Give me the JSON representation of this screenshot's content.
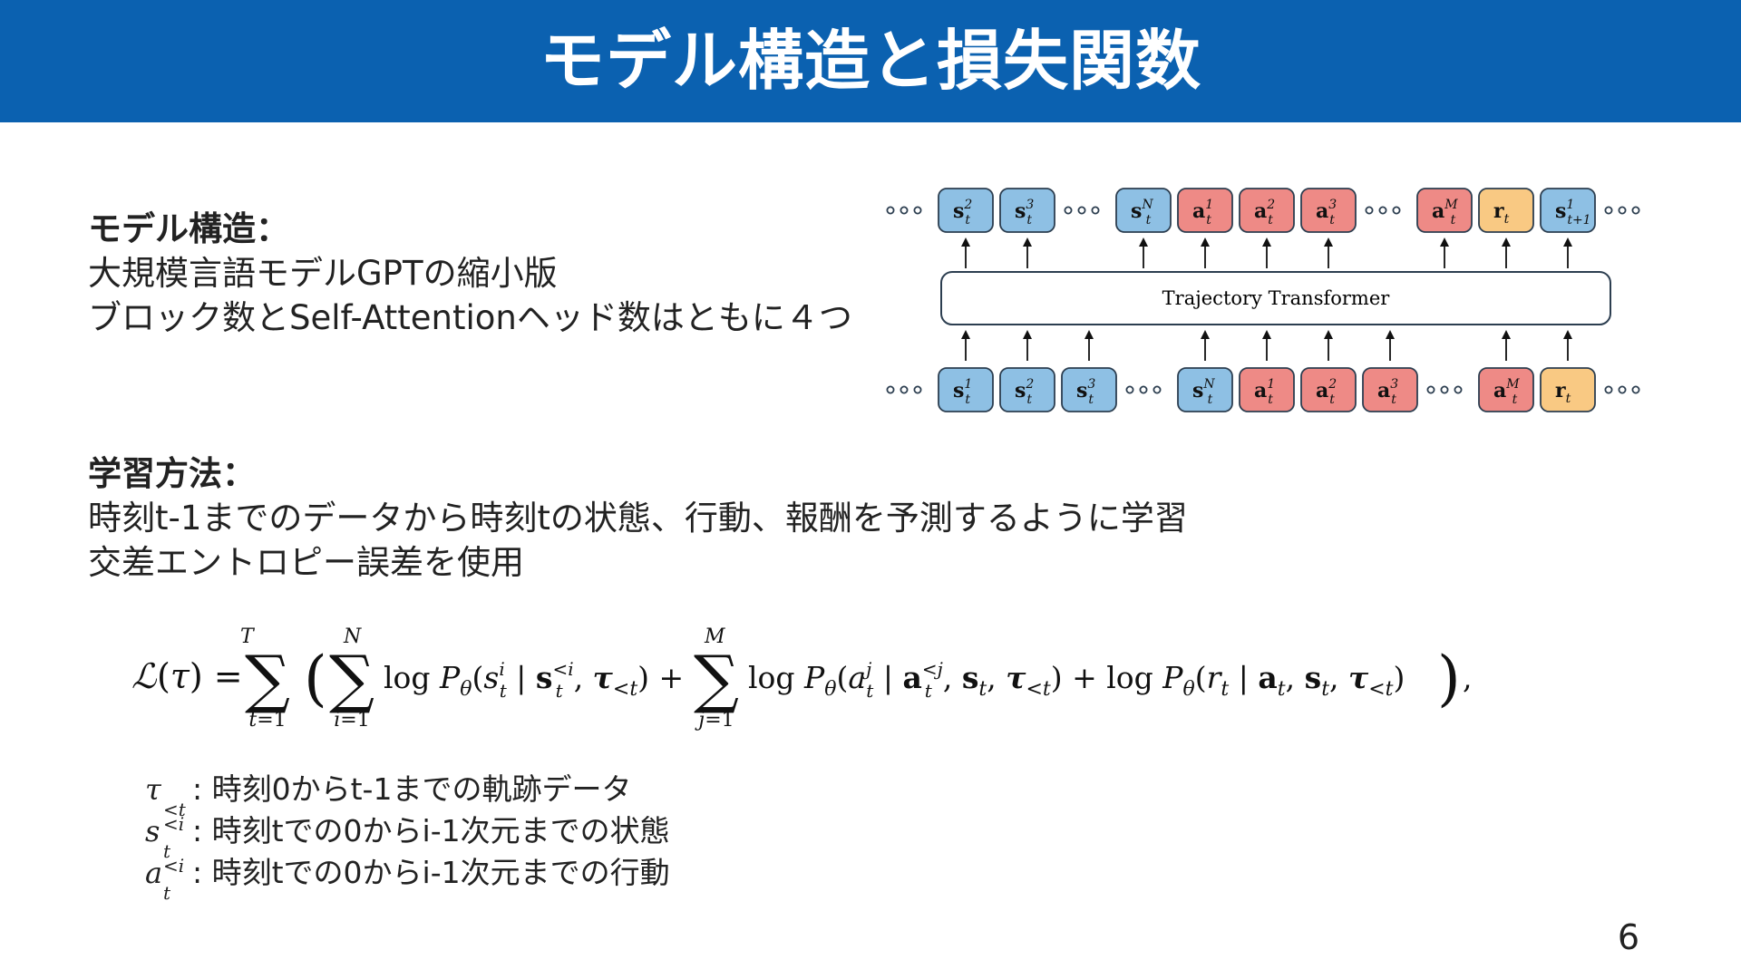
{
  "title": "モデル構造と損失関数",
  "model": {
    "heading": "モデル構造：",
    "lines": [
      "大規模言語モデルGPTの縮小版",
      "ブロック数とSelf-Attentionヘッド数はともに４つ"
    ]
  },
  "training": {
    "heading": "学習方法：",
    "lines": [
      "時刻t-1までのデータから時刻tの状態、行動、報酬を予測するように学習",
      "交差エントロピー誤差を使用"
    ]
  },
  "diagram": {
    "transformer_label": "Trajectory Transformer",
    "colors": {
      "state": "#8EC0E4",
      "action": "#EE8A86",
      "reward": "#F9C983",
      "border": "#2C3E50"
    },
    "top_row": [
      "…",
      "s2",
      "s3",
      "…",
      "sN",
      "a1",
      "a2",
      "a3",
      "…",
      "aM",
      "r",
      "s1next",
      "…"
    ],
    "bottom_row": [
      "…",
      "s1",
      "s2",
      "s3",
      "…",
      "sN",
      "a1",
      "a2",
      "a3",
      "…",
      "aM",
      "r",
      "…"
    ]
  },
  "definitions": [
    {
      "symbol": "τ",
      "sup": "",
      "sub": "<t",
      "text": ": 時刻0からt-1までの軌跡データ"
    },
    {
      "symbol": "s",
      "sup": "<i",
      "sub": "t",
      "text": ": 時刻tでの0からi-1次元までの状態"
    },
    {
      "symbol": "a",
      "sup": "<i",
      "sub": "t",
      "text": ": 時刻tでの0からi-1次元までの行動"
    }
  ],
  "page_number": "6"
}
